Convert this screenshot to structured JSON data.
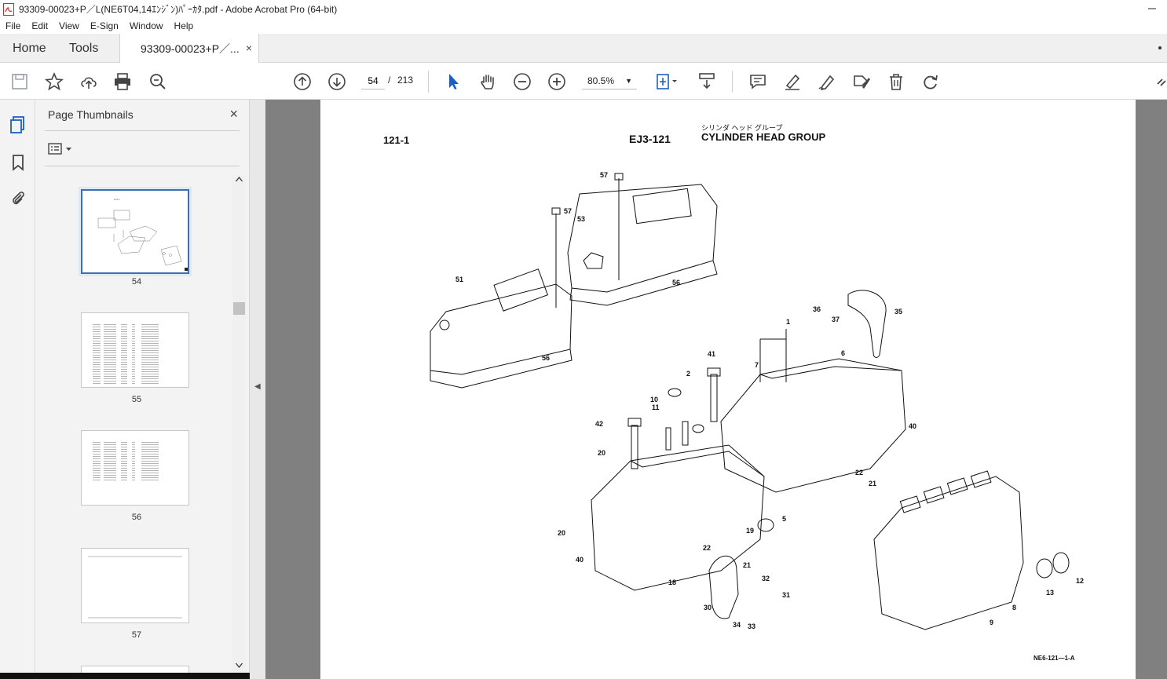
{
  "window": {
    "title": "93309-00023+P／L(NE6T04,14ｴﾝｼﾞﾝ)ﾊﾟｰｶﾀ.pdf - Adobe Acrobat Pro (64-bit)"
  },
  "menu": [
    "File",
    "Edit",
    "View",
    "E-Sign",
    "Window",
    "Help"
  ],
  "tabs": {
    "home": "Home",
    "tools": "Tools",
    "document": "93309-00023+P／...",
    "close": "×"
  },
  "toolbar": {
    "page_current": "54",
    "page_sep": "/",
    "page_total": "213",
    "zoom": "80.5%"
  },
  "sidebar": {
    "title": "Page Thumbnails",
    "close": "×",
    "thumbnails": [
      {
        "label": "54",
        "selected": true
      },
      {
        "label": "55",
        "selected": false
      },
      {
        "label": "56",
        "selected": false
      },
      {
        "label": "57",
        "selected": false
      }
    ]
  },
  "document_page": {
    "ref_left": "121-1",
    "group_code": "EJ3-121",
    "title_jp": "シリンダ ヘッド グループ",
    "title": "CYLINDER HEAD GROUP",
    "figure_code": "NE6-121—1-A",
    "callouts": [
      "57",
      "57",
      "53",
      "51",
      "56",
      "56",
      "36",
      "37",
      "35",
      "1",
      "6",
      "7",
      "41",
      "2",
      "10",
      "11",
      "42",
      "40",
      "20",
      "22",
      "21",
      "5",
      "20",
      "19",
      "40",
      "22",
      "21",
      "18",
      "32",
      "31",
      "30",
      "34",
      "33",
      "13",
      "12",
      "8",
      "9"
    ]
  },
  "colors": {
    "accent": "#3d6fb6",
    "canvas": "#808080",
    "selection": "#1f5fbf"
  }
}
